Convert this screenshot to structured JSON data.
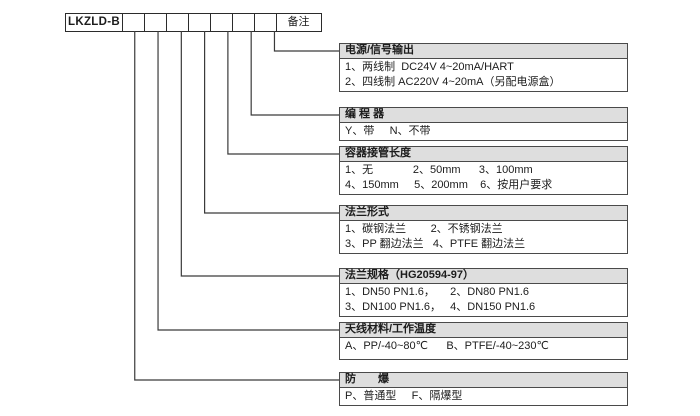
{
  "model_row": {
    "model": "LKZLD-B",
    "cell_count": 7,
    "remark": "备注"
  },
  "sections": [
    {
      "key": "power-signal-output",
      "title": "电源/信号输出",
      "lines": [
        "1、两线制  DC24V 4~20mA/HART",
        "2、四线制 AC220V 4~20mA（另配电源盒）"
      ]
    },
    {
      "key": "programmer",
      "title": "编 程 器",
      "lines": [
        "Y、带     N、不带"
      ]
    },
    {
      "key": "vessel-nozzle-length",
      "title": "容器接管长度",
      "lines": [
        "1、无             2、50mm      3、100mm",
        "4、150mm     5、200mm    6、按用户要求"
      ]
    },
    {
      "key": "flange-type",
      "title": "法兰形式",
      "lines": [
        "1、碳钢法兰        2、不锈钢法兰",
        "3、PP 翻边法兰   4、PTFE 翻边法兰"
      ]
    },
    {
      "key": "flange-spec",
      "title": "法兰规格（HG20594-97）",
      "lines": [
        "1、DN50 PN1.6，     2、DN80 PN1.6",
        "3、DN100 PN1.6，   4、DN150 PN1.6"
      ]
    },
    {
      "key": "antenna-material-temperature",
      "title": "天线材料/工作温度",
      "lines": [
        "A、PP/-40~80℃      B、PTFE/-40~230℃"
      ]
    },
    {
      "key": "explosion-proof",
      "title": "防　　爆",
      "lines": [
        "P、普通型     F、隔爆型"
      ]
    }
  ],
  "colors": {
    "header_bg": "#dedede",
    "border": "#4a4a4a",
    "line": "#3a3a3a"
  }
}
